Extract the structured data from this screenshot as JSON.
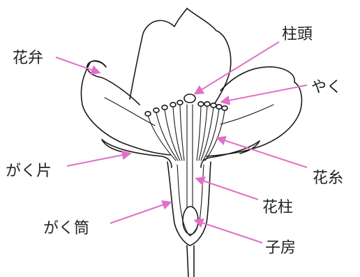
{
  "labels": {
    "petal": "花弁",
    "stigma": "柱頭",
    "anther": "やく",
    "sepal": "がく片",
    "filament": "花糸",
    "style": "花柱",
    "calyx_tube": "がく筒",
    "ovary": "子房"
  },
  "colors": {
    "leader": "#e070c8",
    "outline": "#1a1a1a"
  }
}
